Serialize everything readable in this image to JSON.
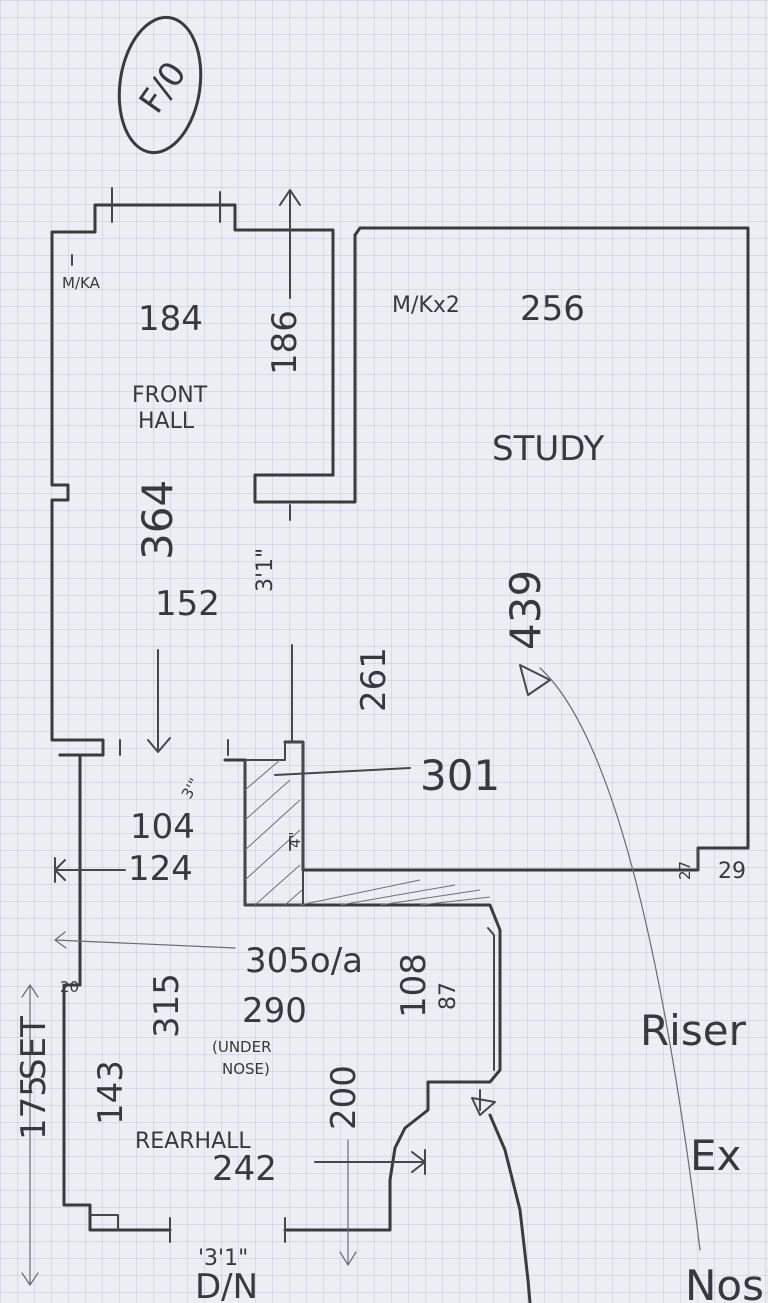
{
  "circle_label": "F/0",
  "front_hall": {
    "name": "FRONT\nHALL",
    "mk": "M/KA",
    "w_top": "184",
    "h_right": "186",
    "length": "364",
    "lower": "152",
    "door": "3'1\""
  },
  "study": {
    "name": "STUDY",
    "mk": "M/Kx2",
    "width": "256",
    "depth": "439",
    "inner": "261",
    "wall_ref": "301",
    "corner_a": "27",
    "corner_b": "29"
  },
  "lobby": {
    "a": "104",
    "b": "124",
    "door": "3'\"",
    "small": "4\""
  },
  "rear_hall": {
    "name": "REARHALL",
    "overall": "305o/a",
    "d20": "20",
    "h315": "315",
    "w290": "290",
    "under_nose": "(UNDER\nNOSE)",
    "h143": "143",
    "side": "175",
    "side_unit": "SET",
    "h200": "200",
    "w242": "242",
    "stair_108": "108",
    "stair_87": "87",
    "door": "'3'1\"",
    "door_sub": "D/N"
  },
  "notes": {
    "riser": "Riser",
    "ex": "Ex",
    "nosing": "Nosi"
  }
}
